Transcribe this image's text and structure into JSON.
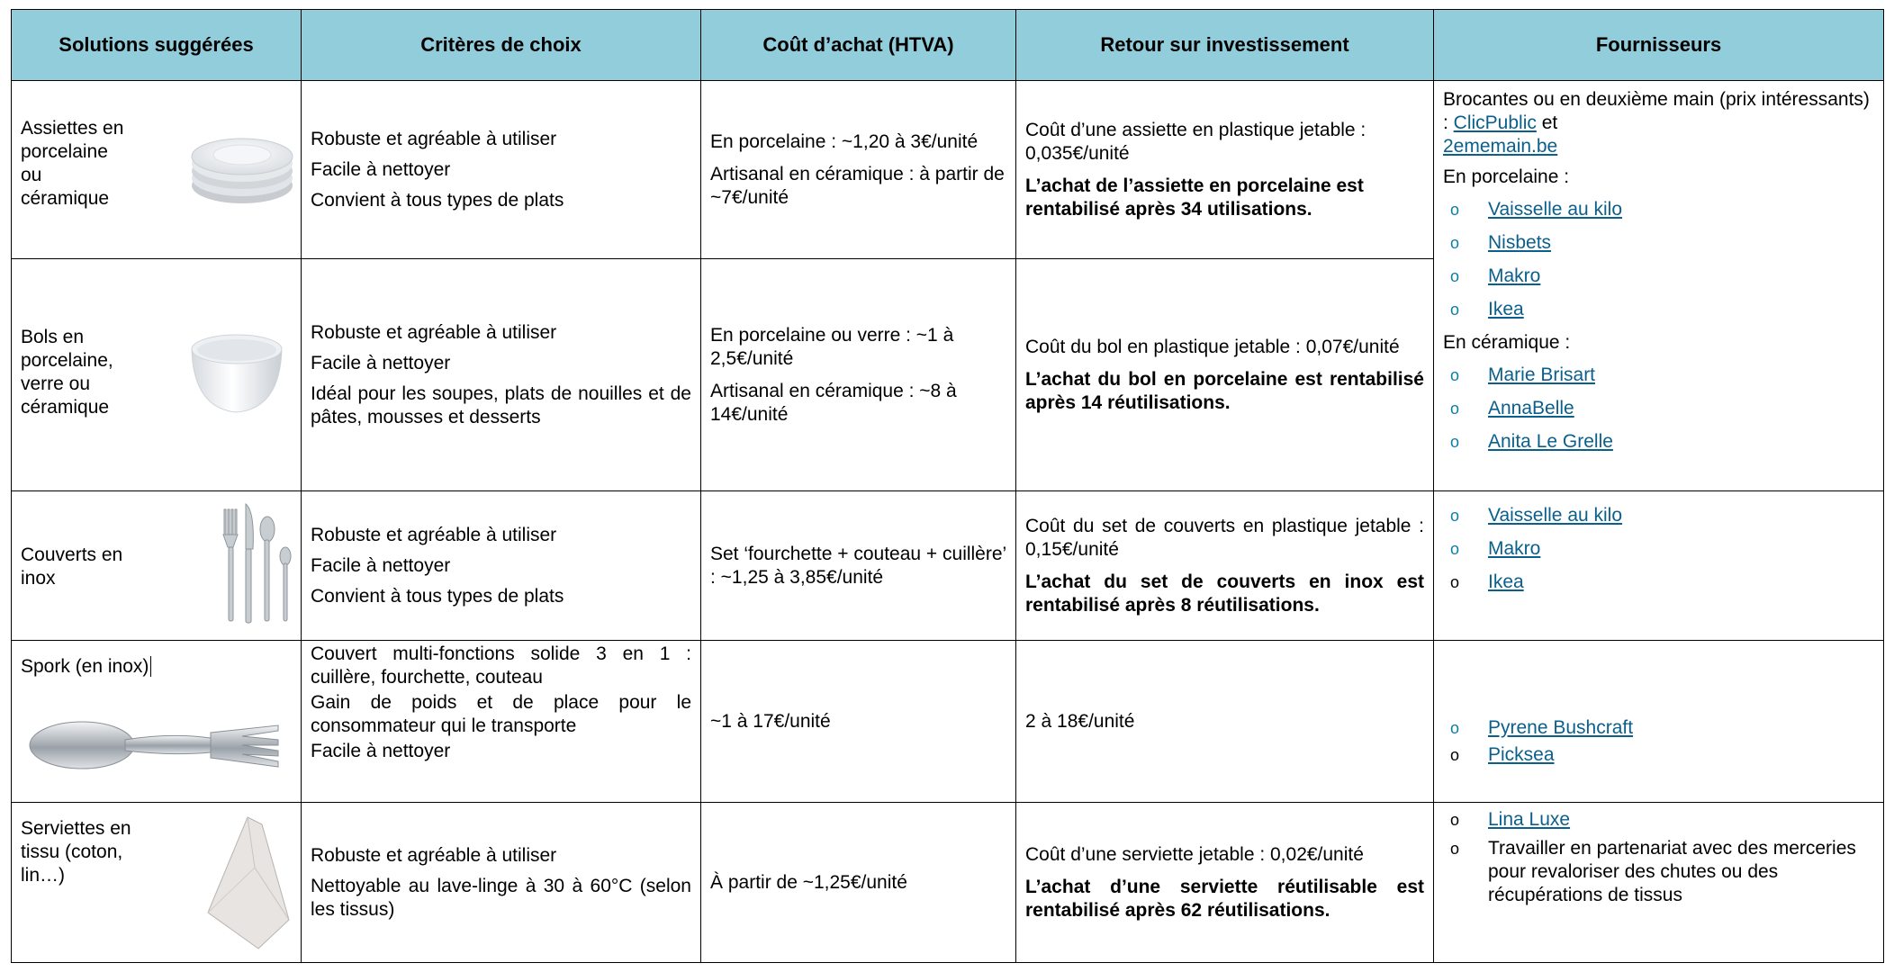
{
  "headers": [
    "Solutions suggérées",
    "Critères de choix",
    "Coût d’achat (HTVA)",
    "Retour sur investissement",
    "Fournisseurs"
  ],
  "rows": [
    {
      "solution": [
        "Assiettes en",
        "porcelaine",
        "ou",
        "céramique"
      ],
      "image": "plates-stack",
      "criteria": [
        "Robuste et agréable à utiliser",
        "Facile à nettoyer",
        "Convient à tous types de plats"
      ],
      "cost": [
        "En porcelaine : ~1,20 à 3€/unité",
        "Artisanal en céramique : à partir de ~7€/unité"
      ],
      "roi_text": "Coût d’une assiette en plastique jetable : 0,035€/unité",
      "roi_bold": "L’achat de l’assiette en porcelaine est rentabilisé après 34 utilisations."
    },
    {
      "solution": [
        "Bols en",
        "porcelaine,",
        "verre ou",
        "céramique"
      ],
      "image": "bowl",
      "criteria": [
        "Robuste et agréable à utiliser",
        "Facile à nettoyer",
        "Idéal pour les soupes, plats de nouilles et de pâtes, mousses et desserts"
      ],
      "cost": [
        "En porcelaine ou verre : ~1 à 2,5€/unité",
        "Artisanal en céramique : ~8 à 14€/unité"
      ],
      "roi_text": "Coût du bol en plastique jetable : 0,07€/unité",
      "roi_bold": "L’achat du bol en porcelaine est rentabilisé après 14 réutilisations."
    },
    {
      "solution": [
        "Couverts en",
        "inox"
      ],
      "image": "cutlery",
      "criteria": [
        "Robuste et agréable à utiliser",
        "Facile à nettoyer",
        "Convient à tous types de plats"
      ],
      "cost": [
        "Set ‘fourchette + couteau + cuillère’ : ~1,25 à 3,85€/unité"
      ],
      "roi_text": "Coût du set de couverts en plastique jetable : 0,15€/unité",
      "roi_bold": "L’achat du set de couverts en inox est rentabilisé après 8 réutilisations."
    },
    {
      "solution": [
        "Spork (en inox)"
      ],
      "image": "spork",
      "criteria": [
        "Couvert multi-fonctions solide 3 en 1 : cuillère, fourchette, couteau",
        "Gain de poids et de place pour le consommateur qui le transporte",
        "Facile à nettoyer"
      ],
      "cost": [
        "~1 à 17€/unité"
      ],
      "roi_text": "2 à 18€/unité",
      "roi_bold": ""
    },
    {
      "solution": [
        "Serviettes en",
        "tissu (coton,",
        "lin…)"
      ],
      "image": "napkin",
      "criteria": [
        "Robuste et agréable à utiliser",
        "Nettoyable au lave-linge à 30 à 60°C (selon les tissus)"
      ],
      "cost": [
        "À partir de ~1,25€/unité"
      ],
      "roi_text": "Coût d’une serviette jetable : 0,02€/unité",
      "roi_bold": "L’achat d’une serviette réutilisable est rentabilisé après 62 réutilisations."
    }
  ],
  "suppliers": {
    "group1": {
      "intro": "Brocantes ou en deuxième main (prix intéressants) : ",
      "link_a": "ClicPublic",
      "joiner": " et ",
      "link_b": "2ememain.be",
      "porcelain_label": "En porcelaine :",
      "porcelain_links": [
        "Vaisselle au kilo",
        "Nisbets",
        "Makro",
        "Ikea"
      ],
      "ceramic_label": "En céramique :",
      "ceramic_links": [
        "Marie Brisart ",
        "AnnaBelle",
        "Anita Le Grelle"
      ]
    },
    "cutlery_links": [
      "Vaisselle au kilo",
      "Makro",
      "Ikea"
    ],
    "spork_links": [
      "Pyrene Bushcraft",
      "Picksea"
    ],
    "napkin_link": "Lina Luxe",
    "napkin_note": "Travailler en partenariat avec des merceries pour revaloriser des chutes ou des récupérations de tissus"
  },
  "colors": {
    "header_bg": "#92cddc",
    "link": "#0b5f8c",
    "bullet": "#0b7ea8"
  }
}
